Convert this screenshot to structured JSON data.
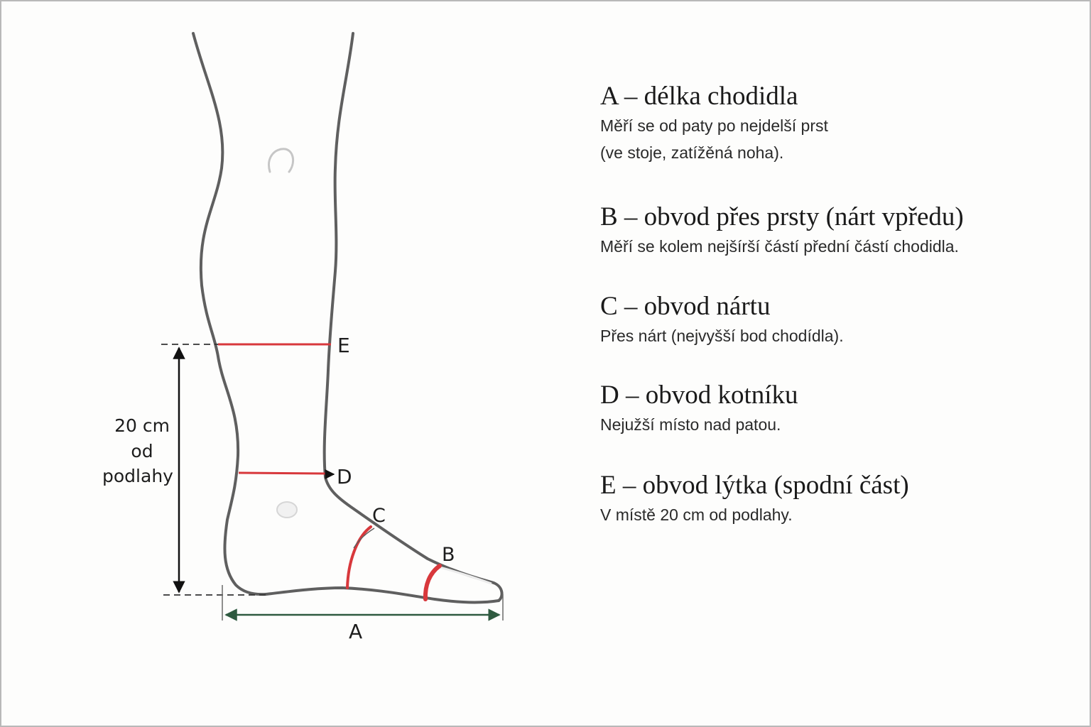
{
  "diagram": {
    "labels": {
      "a": "A",
      "b": "B",
      "c": "C",
      "d": "D",
      "e": "E"
    },
    "height_note": {
      "line1": "20 cm",
      "line2": "od",
      "line3": "podlahy"
    }
  },
  "legend": [
    {
      "title": "A – délka chodidla",
      "desc": [
        "Měří se od paty po nejdelší prst",
        "(ve stoje, zatížěná noha)."
      ]
    },
    {
      "title": "B – obvod přes prsty (nárt vpředu)",
      "desc": [
        "Měří se kolem nejšírší částí přední částí chodidla."
      ]
    },
    {
      "title": "C – obvod nártu",
      "desc": [
        "Přes nárt (nejvyšší bod chodídla)."
      ]
    },
    {
      "title": "D – obvod kotníku",
      "desc": [
        "Nejužší místo nad patou."
      ]
    },
    {
      "title": "E – obvod lýtka (spodní část)",
      "desc": [
        "V místě 20 cm od podlahy."
      ]
    }
  ],
  "colors": {
    "outline": "#5f5f5f",
    "measure_red": "#d8383c",
    "arrow_green": "#2f5a40",
    "arrow_black": "#111111"
  }
}
